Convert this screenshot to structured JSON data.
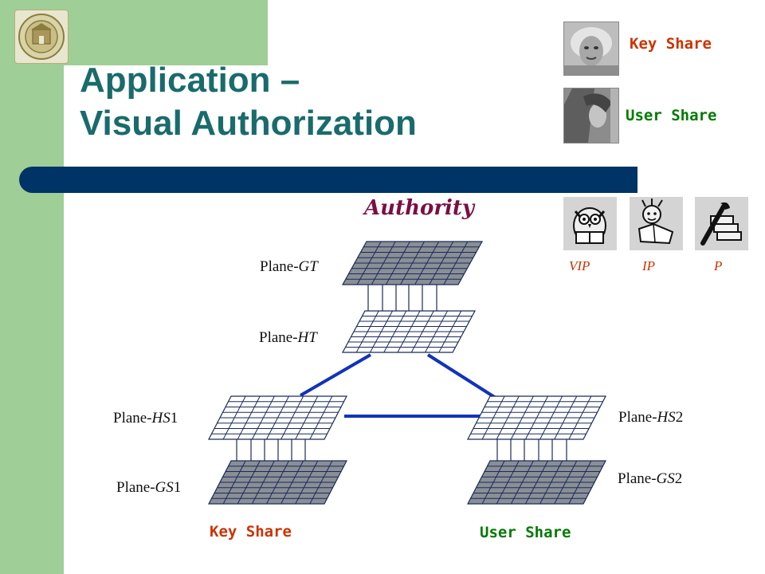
{
  "slide": {
    "title_line1": "Application –",
    "title_line2": "Visual Authorization",
    "colors": {
      "sidebar": "#9fce96",
      "title": "#1a6b6b",
      "bar": "#003366",
      "connector": "#1133bb",
      "key_share": "#cc3300",
      "user_share": "#007a00",
      "authority": "#7a0f44"
    }
  },
  "legend": {
    "key_share_label": "Key Share",
    "user_share_label": "User Share",
    "icons": [
      "logo-icon",
      "portrait-photo",
      "portrait-photo",
      "owl-reading-icon",
      "cartoon-reader-icon",
      "wrench-tools-icon"
    ]
  },
  "levels": {
    "vip": "VIP",
    "ip": "IP",
    "p": "P"
  },
  "diagram": {
    "authority_label": "Authority",
    "planes": {
      "gt": {
        "prefix": "Plane-",
        "name": "GT",
        "suffix": ""
      },
      "ht": {
        "prefix": "Plane-",
        "name": "HT",
        "suffix": ""
      },
      "hs1": {
        "prefix": "Plane-",
        "name": "HS",
        "suffix": "1"
      },
      "gs1": {
        "prefix": "Plane-",
        "name": "GS",
        "suffix": "1"
      },
      "hs2": {
        "prefix": "Plane-",
        "name": "HS",
        "suffix": "2"
      },
      "gs2": {
        "prefix": "Plane-",
        "name": "GS",
        "suffix": "2"
      }
    },
    "bottom_key_label": "Key Share",
    "bottom_user_label": "User Share"
  }
}
